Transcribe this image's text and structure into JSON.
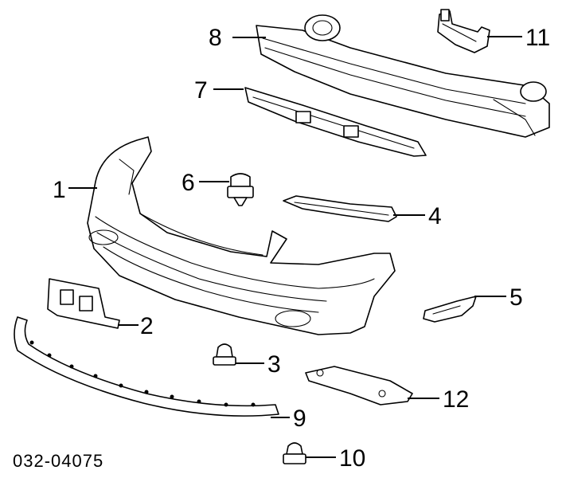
{
  "diagram": {
    "reference_code": "032-04075",
    "callouts": [
      "1",
      "2",
      "3",
      "4",
      "5",
      "6",
      "7",
      "8",
      "9",
      "10",
      "11",
      "12"
    ]
  }
}
